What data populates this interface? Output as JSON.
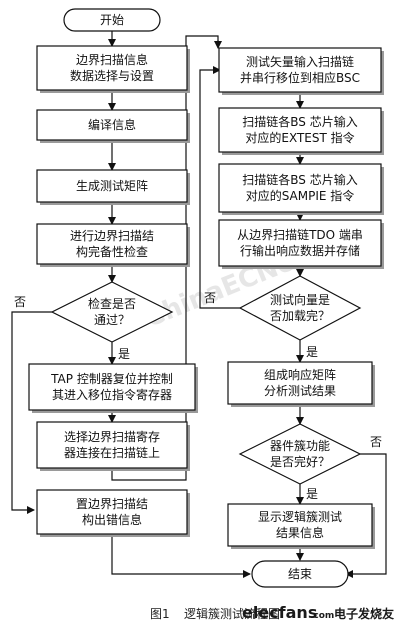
{
  "diagram": {
    "nodes": [
      {
        "id": "start",
        "shape": "terminal",
        "lines": [
          "开始"
        ]
      },
      {
        "id": "n1",
        "shape": "process",
        "lines": [
          "边界扫描信息",
          "数据选择与设置"
        ]
      },
      {
        "id": "n2",
        "shape": "process",
        "lines": [
          "编译信息"
        ]
      },
      {
        "id": "n3",
        "shape": "process",
        "lines": [
          "生成测试矩阵"
        ]
      },
      {
        "id": "n4",
        "shape": "process",
        "lines": [
          "进行边界扫描结",
          "构完备性检查"
        ]
      },
      {
        "id": "d1",
        "shape": "decision",
        "lines": [
          "检查是否",
          "通过？"
        ]
      },
      {
        "id": "n5",
        "shape": "process",
        "lines": [
          "TAP 控制器复位并控制",
          "其进入移位指令寄存器"
        ]
      },
      {
        "id": "n6",
        "shape": "process",
        "lines": [
          "选择边界扫描寄存",
          "器连接在扫描链上"
        ]
      },
      {
        "id": "n7",
        "shape": "process",
        "lines": [
          "置边界扫描结",
          "构出错信息"
        ]
      },
      {
        "id": "r1",
        "shape": "process",
        "lines": [
          "测试矢量输入扫描链",
          "并串行移位到相应BSC"
        ]
      },
      {
        "id": "r2",
        "shape": "process",
        "lines": [
          "扫描链各BS 芯片输入",
          "对应的EXTEST 指令"
        ]
      },
      {
        "id": "r3",
        "shape": "process",
        "lines": [
          "扫描链各BS 芯片输入",
          "对应的SAMPIE 指令"
        ]
      },
      {
        "id": "r4",
        "shape": "process",
        "lines": [
          "从边界扫描链TDO 端串",
          "行输出响应数据并存储"
        ]
      },
      {
        "id": "d2",
        "shape": "decision",
        "lines": [
          "测试向量是",
          "否加载完？"
        ]
      },
      {
        "id": "r5",
        "shape": "process",
        "lines": [
          "组成响应矩阵",
          "分析测试结果"
        ]
      },
      {
        "id": "d3",
        "shape": "decision",
        "lines": [
          "器件簇功能",
          "是否完好？"
        ]
      },
      {
        "id": "r6",
        "shape": "process",
        "lines": [
          "显示逻辑簇测试",
          "结果信息"
        ]
      },
      {
        "id": "end",
        "shape": "terminal",
        "lines": [
          "结束"
        ]
      }
    ],
    "edge_labels": {
      "d1_yes": "是",
      "d1_no": "否",
      "d2_yes": "是",
      "d2_no": "否",
      "d3_yes": "是",
      "d3_no": "否"
    }
  },
  "caption": {
    "figure_number": "图1",
    "title": "逻辑簇测试流程图"
  },
  "watermark": "ChinaECNet",
  "logo": {
    "brand": "elecfans",
    "suffix": ".com",
    "chinese": "电子发烧友"
  }
}
